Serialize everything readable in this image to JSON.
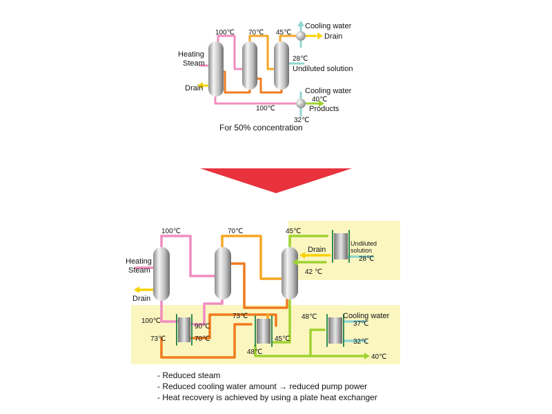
{
  "colors": {
    "hot": "#f08cc0",
    "warm": "#f5a623",
    "mid": "#f07a1e",
    "cool": "#9fd232",
    "cold": "#8fd6d0",
    "arrow_red": "#e8323c",
    "panel": "#fbf6c0",
    "drain": "#f7d200"
  },
  "top": {
    "labels": {
      "heating_steam": "Heating\nSteam",
      "drain": "Drain",
      "t100a": "100℃",
      "t70": "70℃",
      "t45": "45℃",
      "cooling_water_1": "Cooling water",
      "drain_2": "Drain",
      "t28": "28℃",
      "undiluted": "Undiluted solution",
      "cooling_water_2": "Cooling water",
      "t40": "40℃",
      "products": "Products",
      "t100b": "100℃",
      "t32": "32℃",
      "caption": "For 50% concentration"
    }
  },
  "bottom": {
    "labels": {
      "heating_steam": "Heating\nSteam",
      "drain": "Drain",
      "t100_top": "100℃",
      "t70_top": "70℃",
      "t45_top": "45℃",
      "drain_right": "Drain",
      "undiluted": "Undiluted\nsolution",
      "t28": "28℃",
      "t42": "42 ℃",
      "t100_hx": "100℃",
      "t90": "90℃",
      "t73a": "73℃",
      "t70_hx": "70℃",
      "t73b": "73℃",
      "t45_hx": "45℃",
      "t48a": "48℃",
      "t48b": "48℃",
      "cooling_water": "Cooling water",
      "t37": "37℃",
      "t32": "32℃",
      "t40": "40℃"
    }
  },
  "bullets": [
    "- Reduced steam",
    "- Reduced cooling water amount → reduced pump power",
    "- Heat recovery is achieved by using a plate heat exchanger"
  ]
}
